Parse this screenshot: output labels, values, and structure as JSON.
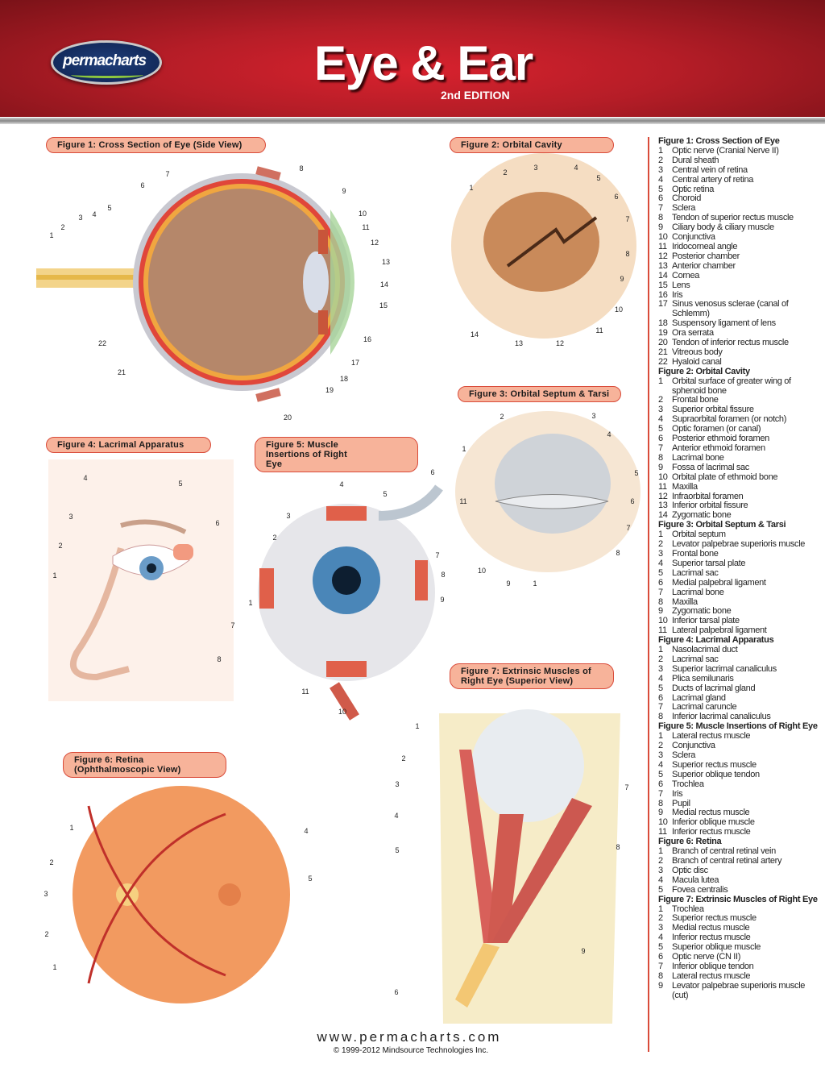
{
  "header": {
    "logo": "permacharts",
    "title": "Eye & Ear",
    "edition": "2nd EDITION"
  },
  "figures": {
    "fig1": {
      "heading": "Figure 1: Cross Section of Eye (Side View)",
      "callouts": [
        "1",
        "2",
        "3",
        "4",
        "5",
        "6",
        "7",
        "8",
        "9",
        "10",
        "11",
        "12",
        "13",
        "14",
        "15",
        "16",
        "17",
        "18",
        "19",
        "20",
        "21",
        "22"
      ]
    },
    "fig2": {
      "heading": "Figure 2: Orbital Cavity",
      "callouts": [
        "1",
        "2",
        "3",
        "4",
        "5",
        "6",
        "7",
        "8",
        "9",
        "10",
        "11",
        "12",
        "13",
        "14"
      ]
    },
    "fig3": {
      "heading": "Figure 3: Orbital Septum & Tarsi",
      "callouts": [
        "1",
        "2",
        "3",
        "4",
        "5",
        "6",
        "7",
        "8",
        "9",
        "10",
        "11",
        "1"
      ]
    },
    "fig4": {
      "heading": "Figure 4: Lacrimal Apparatus",
      "callouts": [
        "1",
        "2",
        "3",
        "4",
        "5",
        "6",
        "7",
        "8"
      ]
    },
    "fig5": {
      "heading": "Figure 5: Muscle Insertions of Right Eye",
      "callouts": [
        "1",
        "2",
        "3",
        "4",
        "5",
        "6",
        "7",
        "8",
        "9",
        "10",
        "11"
      ]
    },
    "fig6": {
      "heading": "Figure 6: Retina (Ophthalmoscopic View)",
      "callouts": [
        "1",
        "2",
        "3",
        "2",
        "1",
        "4",
        "5"
      ]
    },
    "fig7": {
      "heading": "Figure 7: Extrinsic Muscles of Right Eye (Superior View)",
      "callouts": [
        "1",
        "2",
        "3",
        "4",
        "5",
        "6",
        "7",
        "8",
        "9"
      ]
    }
  },
  "legend": [
    {
      "title": "Figure 1: Cross Section of Eye",
      "items": [
        "Optic nerve (Cranial Nerve II)",
        "Dural sheath",
        "Central vein of retina",
        "Central artery of retina",
        "Optic retina",
        "Choroid",
        "Sclera",
        "Tendon of superior rectus muscle",
        "Ciliary body & ciliary muscle",
        "Conjunctiva",
        "Iridocorneal angle",
        "Posterior chamber",
        "Anterior chamber",
        "Cornea",
        "Lens",
        "Iris",
        "Sinus venosus sclerae (canal of Schlemm)",
        "Suspensory ligament of lens",
        "Ora serrata",
        "Tendon of inferior rectus muscle",
        "Vitreous body",
        "Hyaloid canal"
      ]
    },
    {
      "title": "Figure 2: Orbital Cavity",
      "items": [
        "Orbital surface of greater wing of sphenoid bone",
        "Frontal bone",
        "Superior orbital fissure",
        "Supraorbital foramen (or notch)",
        "Optic foramen (or canal)",
        "Posterior ethmoid foramen",
        "Anterior ethmoid foramen",
        "Lacrimal bone",
        "Fossa of lacrimal sac",
        "Orbital plate of ethmoid bone",
        "Maxilla",
        "Infraorbital foramen",
        "Inferior orbital fissure",
        "Zygomatic bone"
      ]
    },
    {
      "title": "Figure 3: Orbital Septum & Tarsi",
      "items": [
        "Orbital septum",
        "Levator palpebrae superioris muscle",
        "Frontal bone",
        "Superior tarsal plate",
        "Lacrimal sac",
        "Medial palpebral ligament",
        "Lacrimal bone",
        "Maxilla",
        "Zygomatic bone",
        "Inferior tarsal plate",
        "Lateral palpebral ligament"
      ]
    },
    {
      "title": "Figure 4: Lacrimal Apparatus",
      "items": [
        "Nasolacrimal duct",
        "Lacrimal sac",
        "Superior lacrimal canaliculus",
        "Plica semilunaris",
        "Ducts of lacrimal gland",
        "Lacrimal gland",
        "Lacrimal caruncle",
        "Inferior lacrimal canaliculus"
      ]
    },
    {
      "title": "Figure 5: Muscle Insertions of Right Eye",
      "items": [
        "Lateral rectus muscle",
        "Conjunctiva",
        "Sclera",
        "Superior rectus muscle",
        "Superior oblique tendon",
        "Trochlea",
        "Iris",
        "Pupil",
        "Medial rectus muscle",
        "Inferior oblique muscle",
        "Inferior rectus muscle"
      ]
    },
    {
      "title": "Figure 6: Retina",
      "items": [
        "Branch of central retinal vein",
        "Branch of central retinal artery",
        "Optic disc",
        "Macula lutea",
        "Fovea centralis"
      ]
    },
    {
      "title": "Figure 7: Extrinsic Muscles of Right Eye",
      "items": [
        "Trochlea",
        "Superior rectus muscle",
        "Medial rectus muscle",
        "Inferior rectus muscle",
        "Superior oblique muscle",
        "Optic nerve (CN II)",
        "Inferior oblique tendon",
        "Lateral rectus muscle",
        "Levator palpebrae superioris muscle (cut)"
      ]
    }
  ],
  "footer": {
    "url": "www.permacharts.com",
    "copyright": "© 1999-2012 Mindsource Technologies Inc."
  }
}
